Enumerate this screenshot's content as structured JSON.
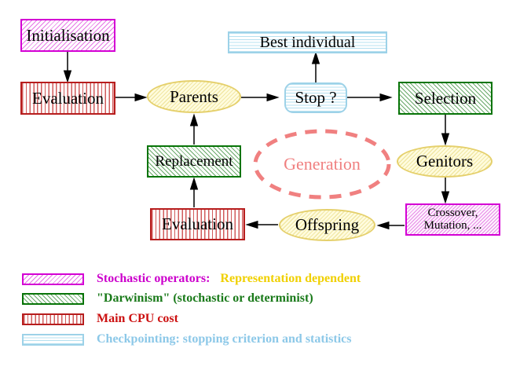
{
  "diagram": {
    "nodes": {
      "initialisation": {
        "label": "Initialisation"
      },
      "evaluation_top": {
        "label": "Evaluation"
      },
      "parents": {
        "label": "Parents"
      },
      "best_individual": {
        "label": "Best individual"
      },
      "stop": {
        "label": "Stop ?"
      },
      "selection": {
        "label": "Selection"
      },
      "genitors": {
        "label": "Genitors"
      },
      "crossover_mutation": {
        "line1": "Crossover,",
        "line2": "Mutation, ..."
      },
      "offspring": {
        "label": "Offspring"
      },
      "evaluation_bottom": {
        "label": "Evaluation"
      },
      "replacement": {
        "label": "Replacement"
      },
      "generation": {
        "label": "Generation"
      }
    },
    "colors": {
      "stochastic_magenta": "#cc00cc",
      "representation_yellow": "#f0d000",
      "darwinism_green": "#1a7a1a",
      "cpu_red": "#cc1111",
      "checkpoint_blue": "#8cc8e8",
      "node_yellow_fill": "#fffcdf",
      "generation_coral": "#f08080"
    }
  },
  "legend": {
    "items": [
      {
        "swatch": "magenta-diagonal-hatch",
        "segments": [
          {
            "text": "Stochastic operators:",
            "color": "#cc00cc"
          },
          {
            "text": "Representation dependent",
            "color": "#f0d000"
          }
        ]
      },
      {
        "swatch": "green-diagonal-hatch",
        "segments": [
          {
            "text": "\"Darwinism\" (stochastic or determinist)",
            "color": "#1a7a1a"
          }
        ]
      },
      {
        "swatch": "red-vertical-lines",
        "segments": [
          {
            "text": "Main CPU cost",
            "color": "#cc1111"
          }
        ]
      },
      {
        "swatch": "blue-horizontal-lines",
        "segments": [
          {
            "text": "Checkpointing: stopping criterion and statistics",
            "color": "#8cc8e8"
          }
        ]
      }
    ]
  }
}
